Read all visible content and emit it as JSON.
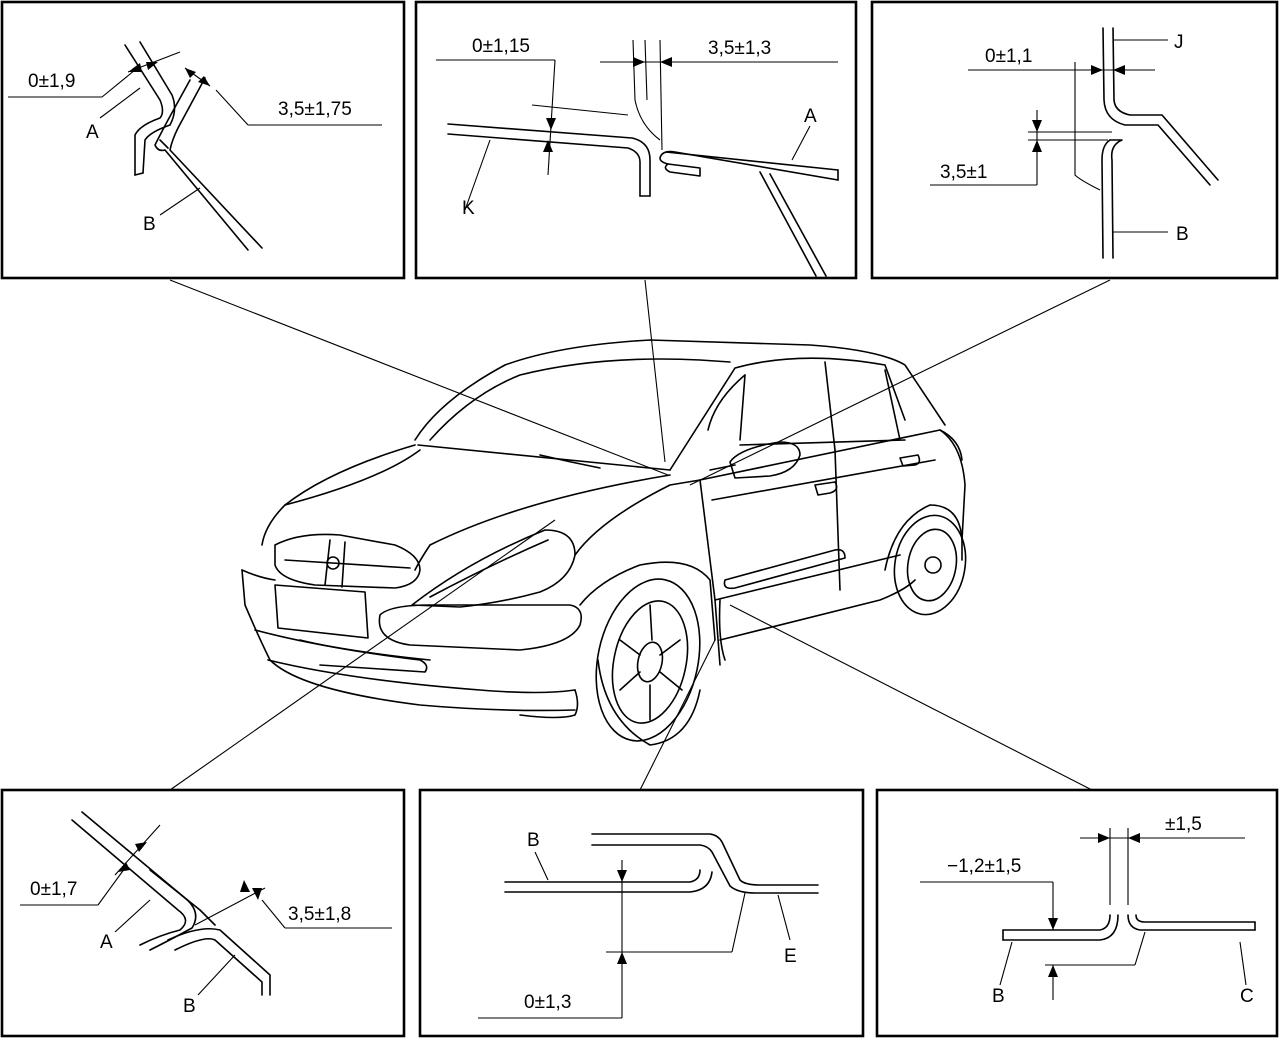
{
  "panels": {
    "top_left": {
      "dim1": "0±1,9",
      "dim2": "3,5±1,75",
      "part1": "A",
      "part2": "B"
    },
    "top_center": {
      "dim1": "0±1,15",
      "dim2": "3,5±1,3",
      "part1": "A",
      "part2": "K"
    },
    "top_right": {
      "dim1": "0±1,1",
      "dim2": "3,5±1",
      "part1": "J",
      "part2": "B"
    },
    "bottom_left": {
      "dim1": "0±1,7",
      "dim2": "3,5±1,8",
      "part1": "A",
      "part2": "B"
    },
    "bottom_center": {
      "dim1": "0±1,3",
      "part1": "B",
      "part2": "E"
    },
    "bottom_right": {
      "dim1": "−1,2±1,5",
      "dim2": "±1,5",
      "part1": "B",
      "part2": "C"
    }
  },
  "colors": {
    "line": "#000000",
    "background": "#ffffff"
  }
}
